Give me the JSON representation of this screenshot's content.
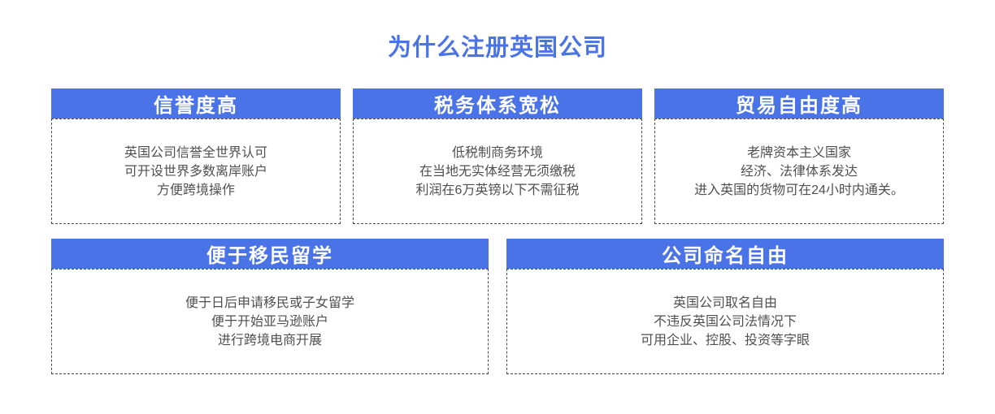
{
  "page": {
    "title": "为什么注册英国公司",
    "colors": {
      "accent_blue": "#4b73e8",
      "header_text": "#ffffff",
      "body_text": "#4f4f4f",
      "dashed_border": "#4a4a4a",
      "background": "#ffffff"
    },
    "cards": [
      {
        "title": "信誉度高",
        "lines": [
          "英国公司信誉全世界认可",
          "可开设世界多数离岸账户",
          "方便跨境操作"
        ]
      },
      {
        "title": "税务体系宽松",
        "lines": [
          "低税制商务环境",
          "在当地无实体经营无须缴税",
          "利润在6万英镑以下不需征税"
        ]
      },
      {
        "title": "贸易自由度高",
        "lines": [
          "老牌资本主义国家",
          "经济、法律体系发达",
          "进入英国的货物可在24小时内通关。"
        ]
      },
      {
        "title": "便于移民留学",
        "lines": [
          "便于日后申请移民或子女留学",
          "便于开始亚马逊账户",
          "进行跨境电商开展"
        ]
      },
      {
        "title": "公司命名自由",
        "lines": [
          "英国公司取名自由",
          "不违反英国公司法情况下",
          "可用企业、控股、投资等字眼"
        ]
      }
    ]
  }
}
